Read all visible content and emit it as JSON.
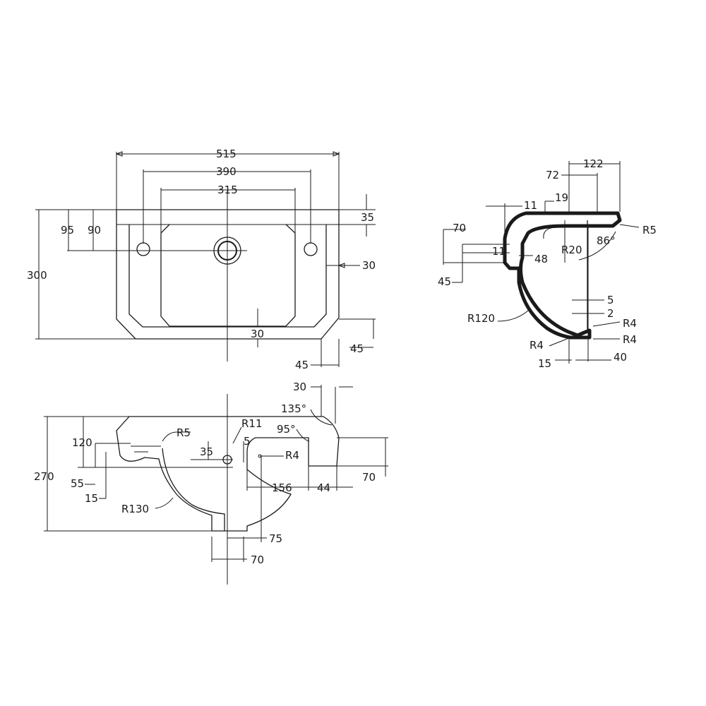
{
  "colors": {
    "line": "#1a1a1a",
    "background": "#ffffff"
  },
  "top_view": {
    "overall_width": "515",
    "tap_hole_spacing": "390",
    "bowl_width": "315",
    "depth": "300",
    "back_edge_to_tap_holes": "95",
    "back_edge_to_bowl": "90",
    "rim_thickness": "35",
    "side_rim": "30",
    "front_rim": "30",
    "chamfer_vertical": "45",
    "chamfer_horizontal": "45"
  },
  "side_view": {
    "top_width": "122",
    "inner_width": "72",
    "rim_offset": "19",
    "rim_wall": "11",
    "overflow_height": "70",
    "overflow_wall": "11",
    "overflow_gap": "48",
    "overflow_offset": "45",
    "rim_radius": "R5",
    "inner_radius": "R20",
    "rim_angle": "86°",
    "bowl_radius": "R120",
    "waste_offset": "5",
    "waste_wall": "2",
    "waste_radius_upper": "R4",
    "waste_radius_lower": "R4",
    "outlet_radius": "R4",
    "outlet_lip": "15",
    "outlet_width": "40"
  },
  "section_view": {
    "overall_height": "270",
    "back_height": "120",
    "outlet_height": "55",
    "outlet_lip": "15",
    "rim_radius": "R5",
    "outlet_radius": "R11",
    "spout_offset": "35",
    "wall_gap": "5",
    "edge_angle": "135°",
    "front_angle": "95°",
    "front_radius": "R4",
    "front_rim": "30",
    "bowl_radius": "R130",
    "bowl_depth": "156",
    "front_step": "44",
    "front_height": "70",
    "outlet_distance": "75",
    "outlet_width": "70"
  }
}
